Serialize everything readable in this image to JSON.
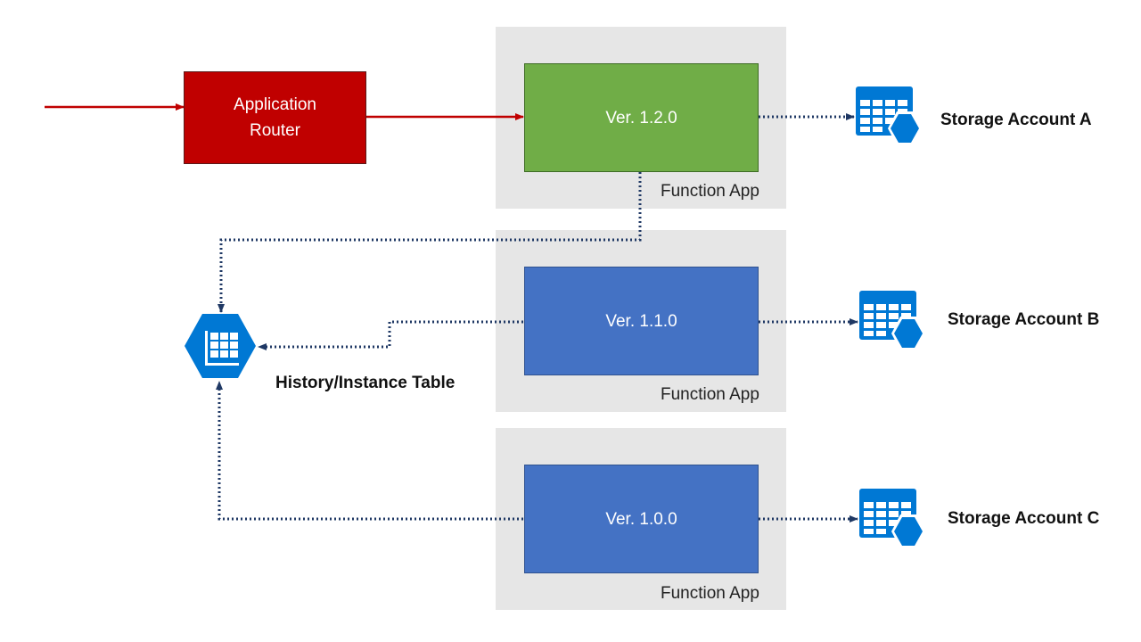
{
  "router": {
    "label_line1": "Application",
    "label_line2": "Router",
    "color": "#c00000"
  },
  "function_apps": [
    {
      "version": "Ver. 1.2.0",
      "label": "Function App",
      "color": "#70ad47"
    },
    {
      "version": "Ver. 1.1.0",
      "label": "Function App",
      "color": "#4472c4"
    },
    {
      "version": "Ver. 1.0.0",
      "label": "Function App",
      "color": "#4472c4"
    }
  ],
  "storage_accounts": [
    {
      "label": "Storage Account A",
      "icon": "storage-table-icon"
    },
    {
      "label": "Storage Account B",
      "icon": "storage-table-icon"
    },
    {
      "label": "Storage Account C",
      "icon": "storage-table-icon"
    }
  ],
  "history_table": {
    "label": "History/Instance Table",
    "icon": "table-hexagon-icon"
  },
  "colors": {
    "panel": "#e6e6e6",
    "icon_blue": "#0078d4",
    "dotted_line": "#1f3864",
    "red_arrow": "#c00000"
  }
}
